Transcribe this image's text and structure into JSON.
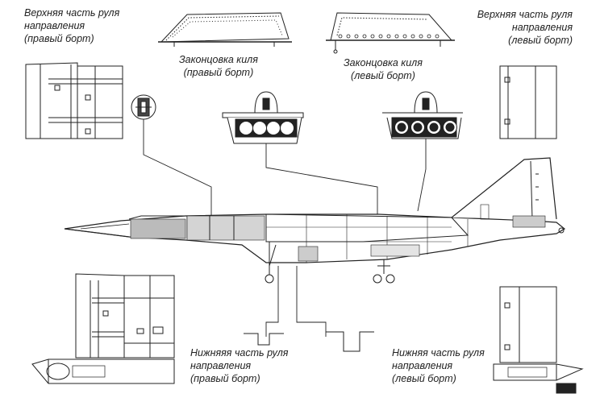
{
  "labels": {
    "upper_rudder_right": [
      "Верхняя часть руля",
      "направления",
      "(правый борт)"
    ],
    "fin_tip_right": [
      "Законцовка киля",
      "(правый борт)"
    ],
    "fin_tip_left": [
      "Законцовка киля",
      "(левый борт)"
    ],
    "upper_rudder_left": [
      "Верхняя часть руля",
      "направления",
      "(левый борт)"
    ],
    "lower_rudder_right": [
      "Нижняяя часть руля",
      "направления",
      "(правый борт)"
    ],
    "lower_rudder_left": [
      "Нижняя часть руля",
      "направления",
      "(левый борт)"
    ]
  }
}
